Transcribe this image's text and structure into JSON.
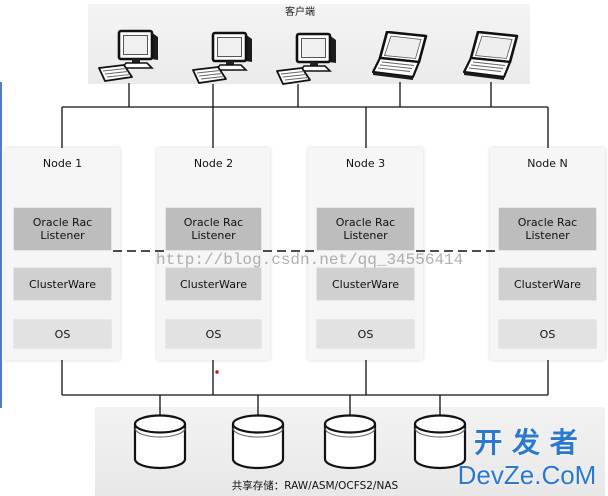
{
  "clients": {
    "label": "客户端",
    "devices": [
      {
        "icon": "desktop-computer-icon"
      },
      {
        "icon": "desktop-computer-icon"
      },
      {
        "icon": "desktop-computer-icon"
      },
      {
        "icon": "laptop-icon"
      },
      {
        "icon": "laptop-icon"
      }
    ]
  },
  "nodes": [
    {
      "name": "Node 1",
      "listener": [
        "Oracle Rac",
        "Listener"
      ],
      "clusterware": "ClusterWare",
      "os": "OS"
    },
    {
      "name": "Node 2",
      "listener": [
        "Oracle Rac",
        "Listener"
      ],
      "clusterware": "ClusterWare",
      "os": "OS"
    },
    {
      "name": "Node 3",
      "listener": [
        "Oracle Rac",
        "Listener"
      ],
      "clusterware": "ClusterWare",
      "os": "OS"
    },
    {
      "name": "Node N",
      "listener": [
        "Oracle Rac",
        "Listener"
      ],
      "clusterware": "ClusterWare",
      "os": "OS"
    }
  ],
  "storage": {
    "label": "共享存储：RAW/ASM/OCFS2/NAS",
    "disks": [
      {
        "icon": "disk-icon"
      },
      {
        "icon": "disk-icon"
      },
      {
        "icon": "disk-icon"
      },
      {
        "icon": "disk-icon"
      }
    ]
  },
  "watermark": "http://blog.csdn.net/qq_34556414",
  "logo": {
    "line1": "开 发 者",
    "line2": "DevZe.CoM"
  },
  "colors": {
    "line": "#111111",
    "listener_fill": "#bdbdbd",
    "clusterware_fill": "#d0d0d0",
    "os_fill": "#e2e2e2",
    "node_fill": "#f6f6f6",
    "client_area_fill": "#ebebeb",
    "storage_area_fill": "#e8e8e8",
    "logo_blue": "#2a78d0",
    "marker_red": "#d01010",
    "edge_blue": "#4d7fc0"
  }
}
